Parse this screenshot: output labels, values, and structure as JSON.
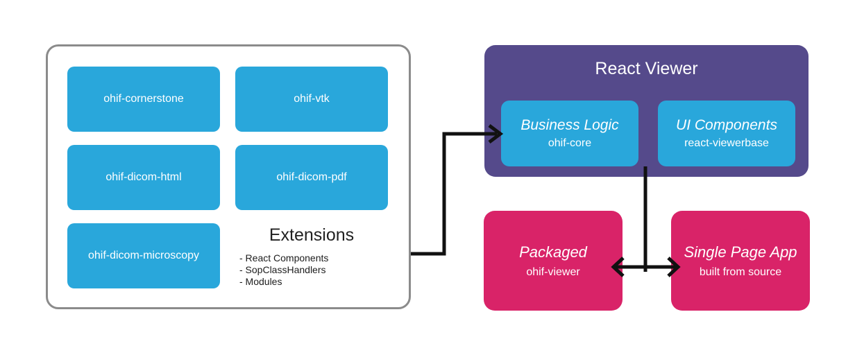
{
  "colors": {
    "extension_blue": "#29a7db",
    "react_viewer_purple": "#554a8b",
    "output_pink": "#d92368",
    "container_border_gray": "#8b8b8b",
    "arrow_black": "#111111",
    "text_dark": "#212121",
    "text_light": "#ffffff"
  },
  "extensions_panel": {
    "title": "Extensions",
    "boxes": [
      "ohif-cornerstone",
      "ohif-vtk",
      "ohif-dicom-html",
      "ohif-dicom-pdf",
      "ohif-dicom-microscopy"
    ],
    "bullets": [
      "- React Components",
      "- SopClassHandlers",
      "- Modules"
    ]
  },
  "react_viewer": {
    "title": "React Viewer",
    "modules": [
      {
        "title": "Business Logic",
        "subtitle": "ohif-core"
      },
      {
        "title": "UI Components",
        "subtitle": "react-viewerbase"
      }
    ]
  },
  "outputs": [
    {
      "title": "Packaged",
      "subtitle": "ohif-viewer"
    },
    {
      "title": "Single Page App",
      "subtitle": "built from source"
    }
  ]
}
